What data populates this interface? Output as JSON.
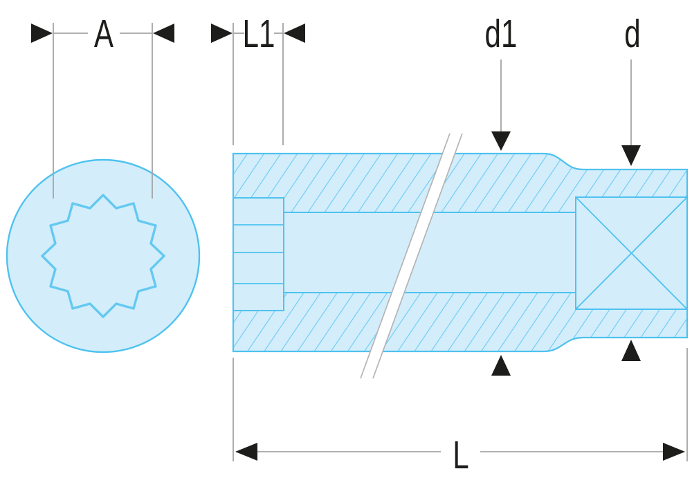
{
  "dimension_labels": {
    "a": "A",
    "l1": "L1",
    "d1": "d1",
    "d": "d",
    "l": "L"
  },
  "colors": {
    "background": "#ffffff",
    "part_fill": "#d3edfb",
    "part_line": "#4ec2ef",
    "hatch_line": "#69ccf3",
    "profile_line": "#64c9f1",
    "dimension_line": "#a4a4a4",
    "break_line": "#b4b4b4",
    "ink": "#1d1d1b"
  }
}
